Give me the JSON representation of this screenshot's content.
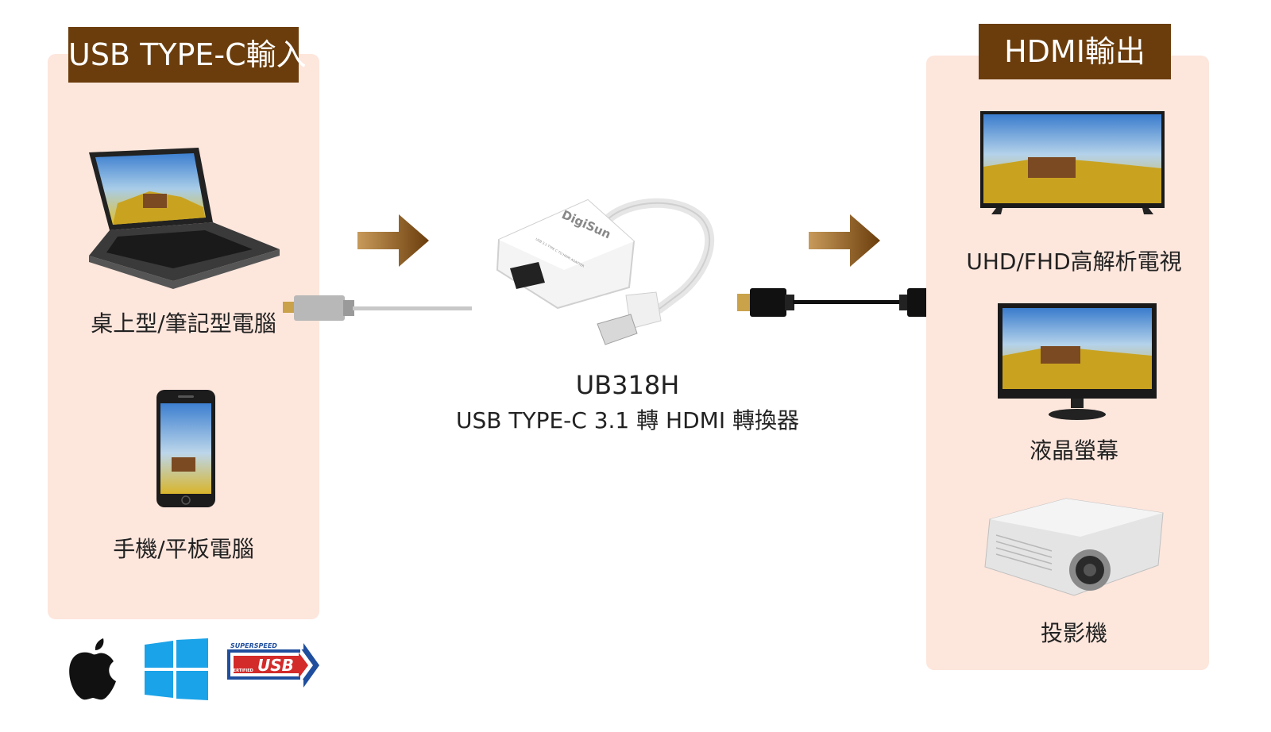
{
  "input_panel": {
    "title": "USB TYPE-C輸入",
    "devices": [
      {
        "label": "桌上型/筆記型電腦"
      },
      {
        "label": "手機/平板電腦"
      }
    ]
  },
  "output_panel": {
    "title": "HDMI輸出",
    "devices": [
      {
        "label": "UHD/FHD高解析電視"
      },
      {
        "label": "液晶螢幕"
      },
      {
        "label": "投影機"
      }
    ]
  },
  "product": {
    "model": "UB318H",
    "description": "USB TYPE-C 3.1 轉 HDMI 轉換器",
    "brand": "DigiSun",
    "device_print": "USB 3.1 TYPE C TO HDMI ADAPTER"
  },
  "badges": {
    "usb_top": "SUPERSPEED",
    "usb_side": "CERTIFIED",
    "usb_main": "USB"
  },
  "colors": {
    "panel_bg": "#fde6dc",
    "title_bg": "#6b3d0c",
    "arrow": "#7a4a14"
  }
}
